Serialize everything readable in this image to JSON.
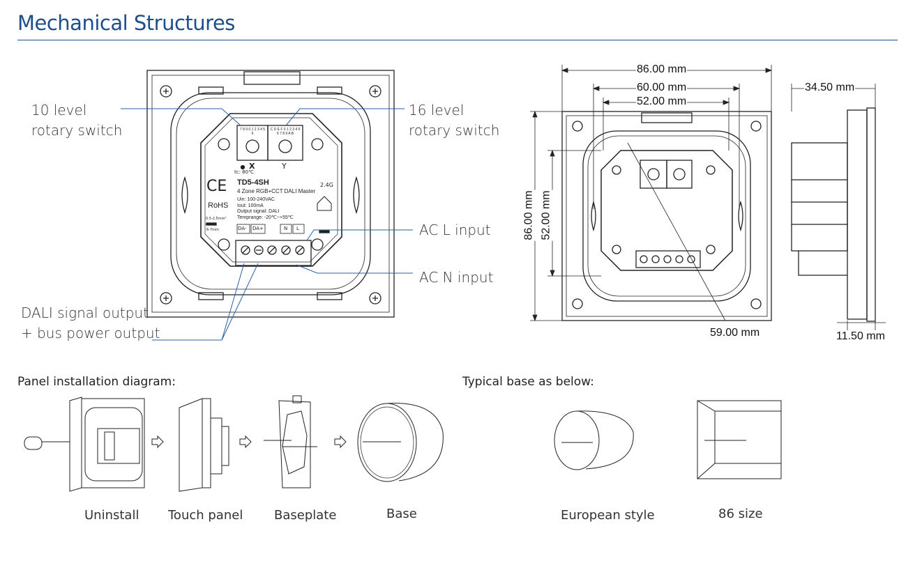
{
  "header": {
    "title": "Mechanical Structures"
  },
  "front_view": {
    "callouts": {
      "rotary_10": [
        "10 level",
        "rotary switch"
      ],
      "rotary_16": [
        "16 level",
        "rotary switch"
      ],
      "ac_l": "AC L input",
      "ac_n": "AC N input",
      "dali": [
        "DALI signal output",
        "+ bus power output"
      ]
    },
    "label": {
      "switch_x": "X",
      "switch_y": "Y",
      "tc": "tc: 80℃",
      "ce": "CE",
      "rohs": "RoHS",
      "model": "TD5-4SH",
      "rf": "2.4G",
      "description": "4 Zone RGB+CCT DALI Master",
      "uin": "Uin: 100-240VAC",
      "iout": "Iout: 100mA",
      "output": "Output signal: DALI",
      "temp": "Temprange: -20℃~+55℃",
      "wire_gauge": "0.5-2.5mm²",
      "strip": "6-7mm",
      "terminals": [
        "DA-",
        "DA+",
        "N",
        "L"
      ],
      "dial_x": "7 8 9 0 1 2 3 4 5 6",
      "dial_y": "C D E F 0 1 2 3 4 5 6 7 8 9 A B"
    }
  },
  "dimensions": {
    "width_outer": "86.00 mm",
    "width_mid": "60.00 mm",
    "width_inner": "52.00 mm",
    "height_outer": "86.00 mm",
    "height_inner": "52.00 mm",
    "diagonal": "59.00 mm",
    "depth": "34.50 mm",
    "panel_thickness": "11.50 mm"
  },
  "installation": {
    "heading": "Panel installation diagram:",
    "steps": [
      "Uninstall",
      "Touch panel",
      "Baseplate",
      "Base"
    ]
  },
  "bases": {
    "heading": "Typical base as below:",
    "items": [
      "European style",
      "86 size"
    ]
  },
  "colors": {
    "title": "#1f4e8c",
    "callout_line": "#2b5fa6",
    "drawing": "#222222"
  }
}
